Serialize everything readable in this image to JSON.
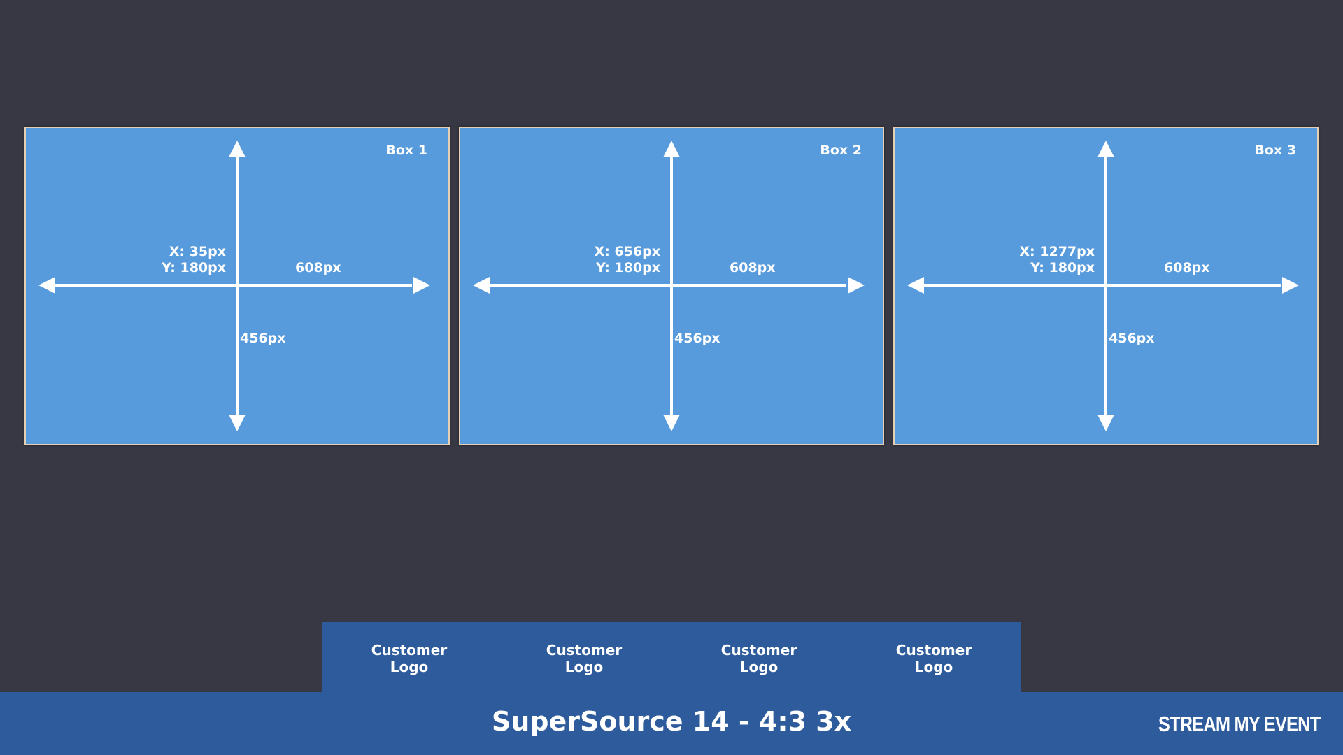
{
  "boxes": [
    {
      "title": "Box 1",
      "x_label": "X: 35px",
      "y_label": "Y: 180px",
      "width_label": "608px",
      "height_label": "456px"
    },
    {
      "title": "Box 2",
      "x_label": "X: 656px",
      "y_label": "Y: 180px",
      "width_label": "608px",
      "height_label": "456px"
    },
    {
      "title": "Box 3",
      "x_label": "X: 1277px",
      "y_label": "Y: 180px",
      "width_label": "608px",
      "height_label": "456px"
    }
  ],
  "logos": [
    {
      "line1": "Customer",
      "line2": "Logo"
    },
    {
      "line1": "Customer",
      "line2": "Logo"
    },
    {
      "line1": "Customer",
      "line2": "Logo"
    },
    {
      "line1": "Customer",
      "line2": "Logo"
    }
  ],
  "footer": {
    "title": "SuperSource 14 - 4:3 3x",
    "brand": "STREAM MY EVENT"
  },
  "colors": {
    "background": "#383844",
    "box_fill": "#589bdc",
    "box_border": "#e6d0b4",
    "bar": "#2d5b9b",
    "text": "#ffffff"
  }
}
